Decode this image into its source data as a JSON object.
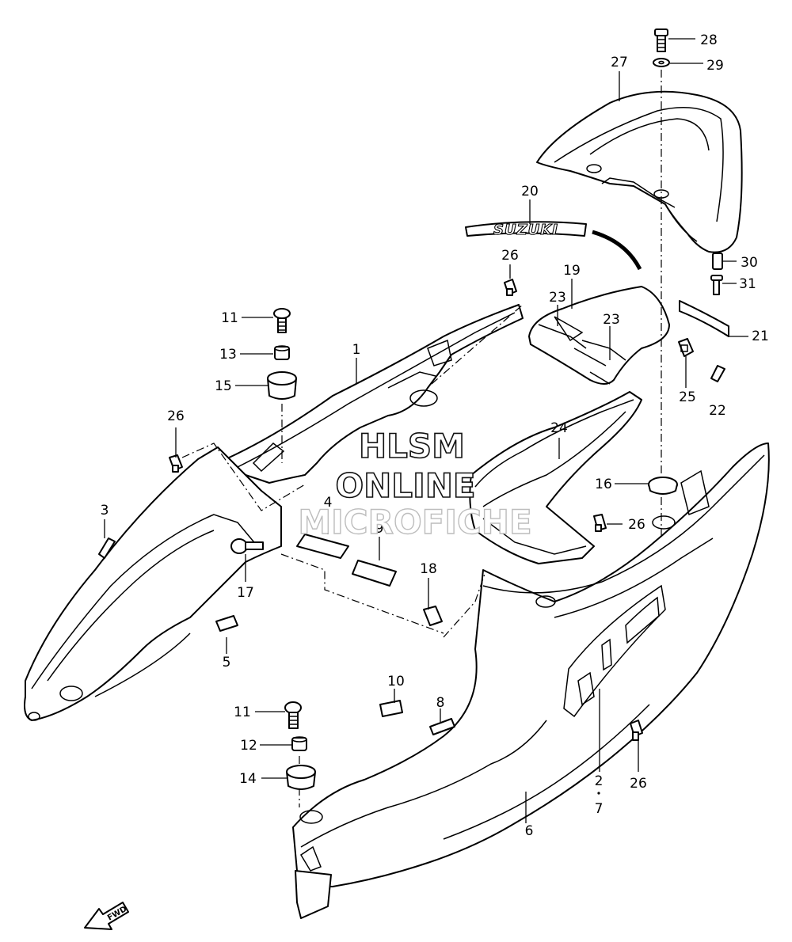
{
  "diagram": {
    "callouts": [
      "28",
      "29",
      "27",
      "20",
      "26",
      "19",
      "23",
      "23",
      "30",
      "31",
      "21",
      "11",
      "13",
      "1",
      "15",
      "25",
      "22",
      "26",
      "24",
      "3",
      "4",
      "16",
      "26",
      "9",
      "17",
      "18",
      "5",
      "10",
      "8",
      "11",
      "12",
      "2",
      "7",
      "14",
      "26",
      "6"
    ],
    "emblem_text": "SUZUKI",
    "fwd_label": "FWD",
    "watermark": {
      "line1": "HLSM",
      "line2": "ONLINE",
      "line3": "MICROFICHE"
    }
  }
}
